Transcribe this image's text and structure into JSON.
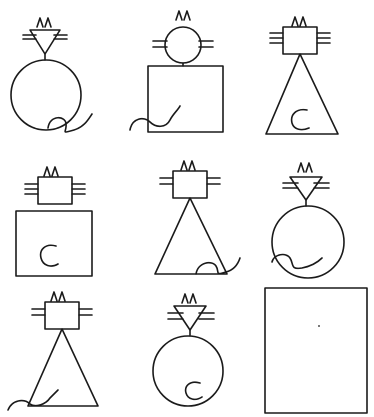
{
  "puzzle": {
    "ink_color": "#1a1a1a",
    "background": "#ffffff",
    "cells": [
      {
        "row": 1,
        "col": 1,
        "head": "triangle",
        "body": "circle",
        "tail": "curly-outside"
      },
      {
        "row": 1,
        "col": 2,
        "head": "circle",
        "body": "square",
        "tail": "curly-outside"
      },
      {
        "row": 1,
        "col": 3,
        "head": "square",
        "body": "triangle",
        "tail": "c-inside"
      },
      {
        "row": 2,
        "col": 1,
        "head": "square",
        "body": "square",
        "tail": "c-inside"
      },
      {
        "row": 2,
        "col": 2,
        "head": "square",
        "body": "triangle",
        "tail": "curly-outside"
      },
      {
        "row": 2,
        "col": 3,
        "head": "triangle",
        "body": "circle",
        "tail": "curly-outside"
      },
      {
        "row": 3,
        "col": 1,
        "head": "square",
        "body": "triangle",
        "tail": "curly-outside"
      },
      {
        "row": 3,
        "col": 2,
        "head": "triangle",
        "body": "circle",
        "tail": "c-inside"
      },
      {
        "row": 3,
        "col": 3,
        "head": "none",
        "body": "empty-answer-box",
        "tail": "none"
      }
    ]
  }
}
